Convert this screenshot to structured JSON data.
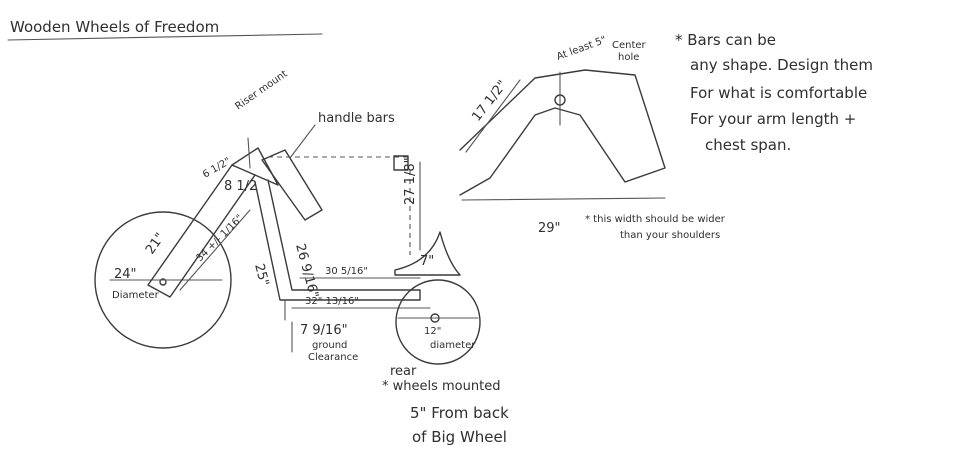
{
  "title": "Wooden Wheels of Freedom",
  "labels": {
    "handle_bars": "handle bars",
    "riser_mount": "Riser mount",
    "dim_8_half": "8 1/2",
    "dim_6": "6 1/2\"",
    "dim_21": "21\"",
    "dim_34": "34 +/- 1/16\"",
    "dim_26": "26 9/16\"",
    "dim_27": "27 1/8\"",
    "dim_25": "25\"",
    "dim_30": "30 5/16\"",
    "dim_32": "32\" 13/16\"",
    "dim_7": "7\"",
    "front_wheel_size": "24\"",
    "front_wheel_label": "Diameter",
    "ground_clearance_value": "7 9/16\"",
    "ground_clearance_label_1": "ground",
    "ground_clearance_label_2": "Clearance",
    "rear_wheel_size": "12\"",
    "rear_wheel_label": "diameter",
    "rear_note_1": "rear",
    "rear_note_2": "* wheels mounted",
    "rear_note_3": "5\" From back",
    "rear_note_4": "of Big Wheel",
    "bars_dim_17": "17 1/2\"",
    "bars_at_least": "At least 5\"",
    "bars_center_1": "Center",
    "bars_center_2": "hole",
    "bars_width": "29\"",
    "bars_note_1": "* Bars can be",
    "bars_note_2": "any shape. Design them",
    "bars_note_3": "For what is comfortable",
    "bars_note_4": "For your arm length +",
    "bars_note_5": "chest span.",
    "width_note_1": "* this width should be wider",
    "width_note_2": "than your shoulders"
  }
}
